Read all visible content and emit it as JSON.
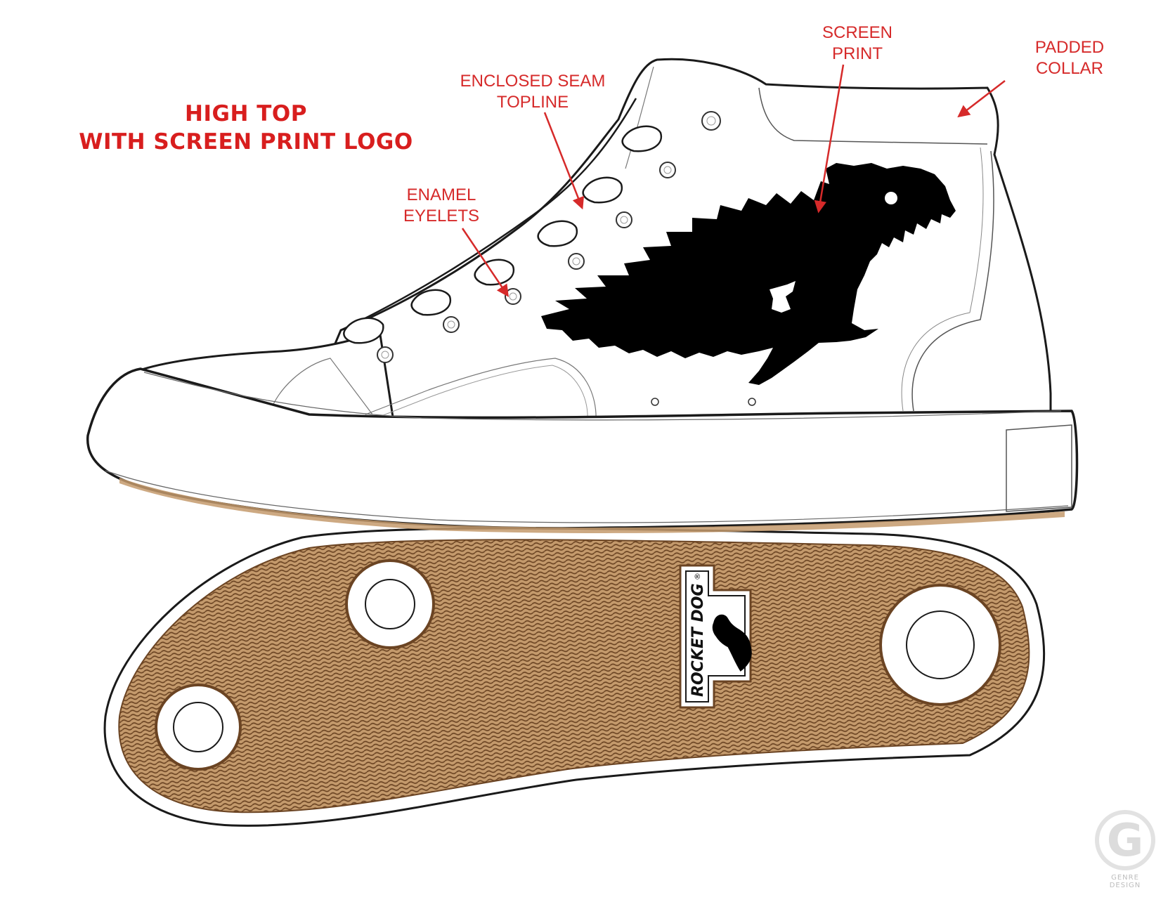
{
  "title": {
    "line1": "HIGH TOP",
    "line2": "WITH SCREEN PRINT LOGO"
  },
  "callouts": [
    {
      "id": "screen-print",
      "lines": [
        "SCREEN",
        "PRINT"
      ]
    },
    {
      "id": "padded-collar",
      "lines": [
        "PADDED",
        "COLLAR"
      ]
    },
    {
      "id": "enclosed-seam-topline",
      "lines": [
        "ENCLOSED SEAM",
        "TOPLINE"
      ]
    },
    {
      "id": "enamel-eyelets",
      "lines": [
        "ENAMEL",
        "EYELETS"
      ]
    }
  ],
  "outsole_logo": {
    "brand_text": "ROCKET DOG",
    "mark": "®"
  },
  "watermark": {
    "letter": "G",
    "lines": [
      "GENRE",
      "DESIGN"
    ]
  },
  "colors": {
    "callout_red": "#d62a2a",
    "title_red": "#d81e1e",
    "outsole_tan": "#c49a6c",
    "outsole_line": "#6b4423",
    "outline": "#1a1a1a",
    "print_black": "#000000"
  }
}
